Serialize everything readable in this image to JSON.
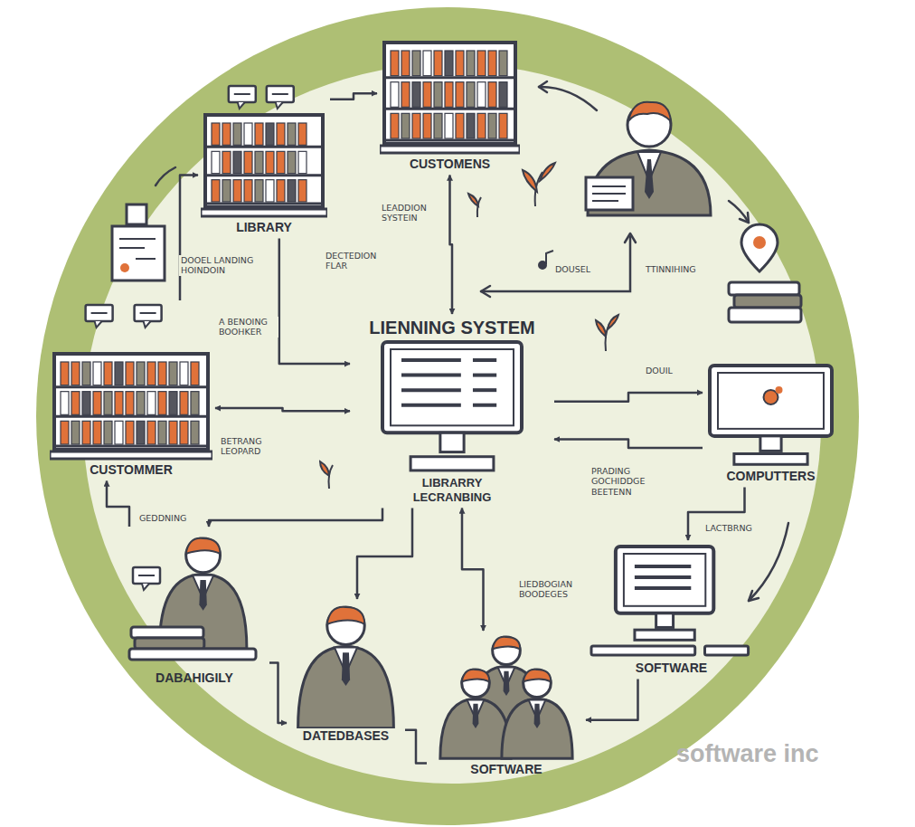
{
  "diagram": {
    "nodes": [
      {
        "text": [
          "CUSTOMENS"
        ]
      },
      {
        "text": [
          "LIBRARY"
        ]
      },
      {
        "text": [
          "LIENNING SYSTEM",
          "LIBRARRY",
          "LECRANBING"
        ]
      },
      {
        "text": [
          "CUSTOMMER"
        ]
      },
      {
        "text": [
          "COMPUTTERS"
        ]
      },
      {
        "text": [
          "SOFTWARE"
        ]
      },
      {
        "text": [
          "DABAHIGILY"
        ]
      },
      {
        "text": [
          "DATEDBASES"
        ]
      },
      {
        "text": [
          "SOFTWARE"
        ]
      }
    ],
    "edges": [
      {
        "from": 0,
        "to": 2,
        "arrow": "both"
      },
      {
        "from": 3,
        "to": 2,
        "arrow": "both"
      },
      {
        "from": 2,
        "to": 4,
        "arrow": "to"
      },
      {
        "from": 4,
        "to": 2,
        "arrow": "to"
      },
      {
        "from": 1,
        "to": 2,
        "arrow": "to"
      },
      {
        "from": 2,
        "to": 6,
        "arrow": "to"
      },
      {
        "from": 2,
        "to": 7,
        "arrow": "to"
      },
      {
        "from": 2,
        "to": 8,
        "arrow": "both"
      },
      {
        "from": 1,
        "to": 0,
        "arrow": "to"
      },
      {
        "from": 4,
        "to": 5,
        "arrow": "to"
      },
      {
        "from": 6,
        "to": 7,
        "arrow": "to"
      },
      {
        "from": 7,
        "to": 8,
        "arrow": "none"
      },
      {
        "from": 5,
        "to": 8,
        "arrow": "to"
      },
      {
        "from": 3,
        "to": 1,
        "arrow": "to"
      },
      {
        "from": 6,
        "to": 3,
        "arrow": "to"
      }
    ],
    "labels": [
      "LEADDION SYSTEIN",
      "DECTEDION FLAR",
      "DOOEL LANDING HOINDOIN",
      "A BENOING BOOHKER",
      "DOUSEL",
      "TTINNIHING",
      "DOUIL",
      "BETRANG LEOPARD",
      "GEDDNING",
      "PRADING GOCHIDDGE BEETENN",
      "LACTBRNG",
      "LIEDBOGIAN BOODEGES",
      "software inc"
    ]
  }
}
